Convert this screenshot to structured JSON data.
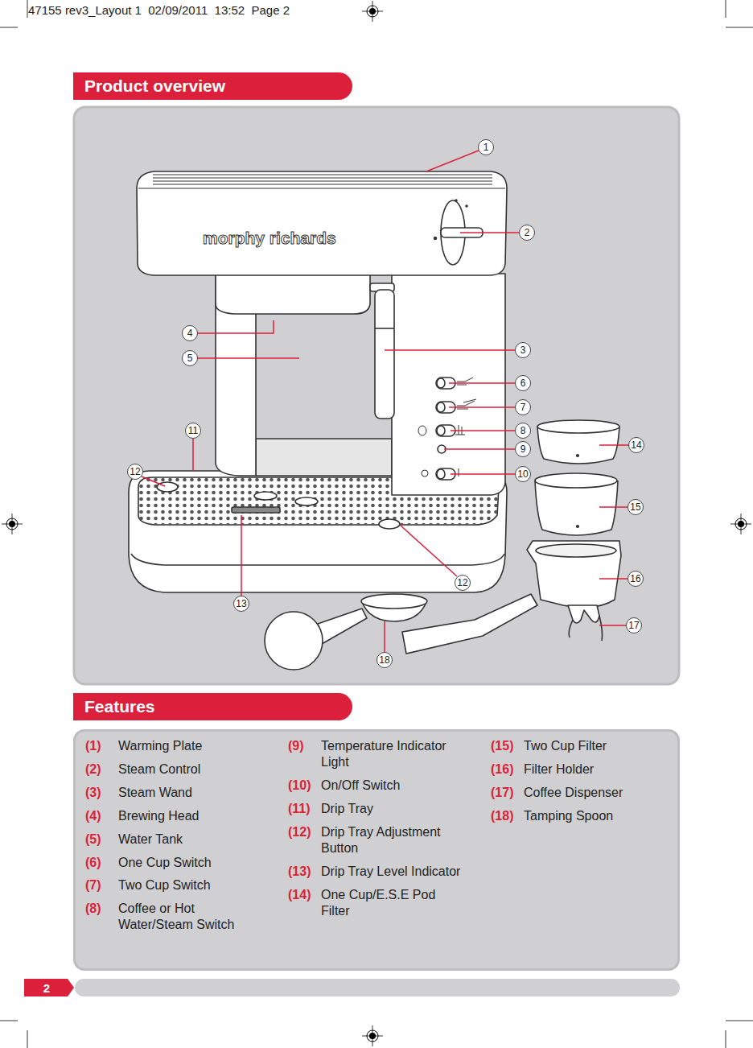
{
  "diagram": {
    "nodes": [
      {
        "text": [
          "Product overview"
        ]
      },
      {
        "text": [
          "1"
        ]
      },
      {
        "text": [
          "2"
        ]
      },
      {
        "text": [
          "3"
        ]
      },
      {
        "text": [
          "4"
        ]
      },
      {
        "text": [
          "5"
        ]
      },
      {
        "text": [
          "6"
        ]
      },
      {
        "text": [
          "7"
        ]
      },
      {
        "text": [
          "8"
        ]
      },
      {
        "text": [
          "9"
        ]
      },
      {
        "text": [
          "10"
        ]
      },
      {
        "text": [
          "11"
        ]
      },
      {
        "text": [
          "12"
        ]
      },
      {
        "text": [
          "12"
        ]
      },
      {
        "text": [
          "13"
        ]
      },
      {
        "text": [
          "14"
        ]
      },
      {
        "text": [
          "15"
        ]
      },
      {
        "text": [
          "16"
        ]
      },
      {
        "text": [
          "17"
        ]
      },
      {
        "text": [
          "18"
        ]
      },
      {
        "text": [
          "Features"
        ]
      },
      {
        "text": [
          "(1)",
          "Warming Plate",
          "(2)",
          "Steam Control",
          "(3)",
          "Steam Wand",
          "(4)",
          "Brewing Head",
          "(5)",
          "Water Tank",
          "(6)",
          "One Cup Switch",
          "(7)",
          "Two Cup Switch",
          "(8)",
          "Coffee or Hot Water/Steam Switch",
          "(9)",
          "Temperature Indicator Light",
          "(10)",
          "On/Off Switch",
          "(11)",
          "Drip Tray",
          "(12)",
          "Drip Tray Adjustment Button",
          "(13)",
          "Drip Tray Level Indicator",
          "(14)",
          "One Cup/E.S.E Pod Filter",
          "(15)",
          "Two Cup Filter",
          "(16)",
          "Filter Holder",
          "(17)",
          "Coffee Dispenser",
          "(18)",
          "Tamping Spoon"
        ]
      },
      {
        "text": [
          "2"
        ]
      }
    ],
    "labels": [
      "47155 rev3_Layout 1  02/09/2011  13:52  Page 2",
      "morphy richards"
    ]
  }
}
